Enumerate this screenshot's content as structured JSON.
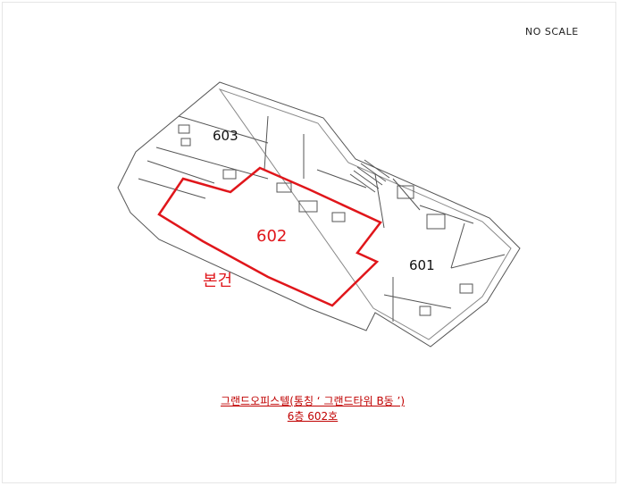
{
  "scale_note": "NO SCALE",
  "units": {
    "u603": "603",
    "u602": "602",
    "u601": "601"
  },
  "subject_label": "본건",
  "caption": {
    "line1": "그랜드오피스텔(통칭 ‘ 그랜드타워 B동 ’)",
    "line2": "6층 602호"
  },
  "colors": {
    "highlight": "#e0161b",
    "caption": "#c00000",
    "linework": "#555555"
  }
}
